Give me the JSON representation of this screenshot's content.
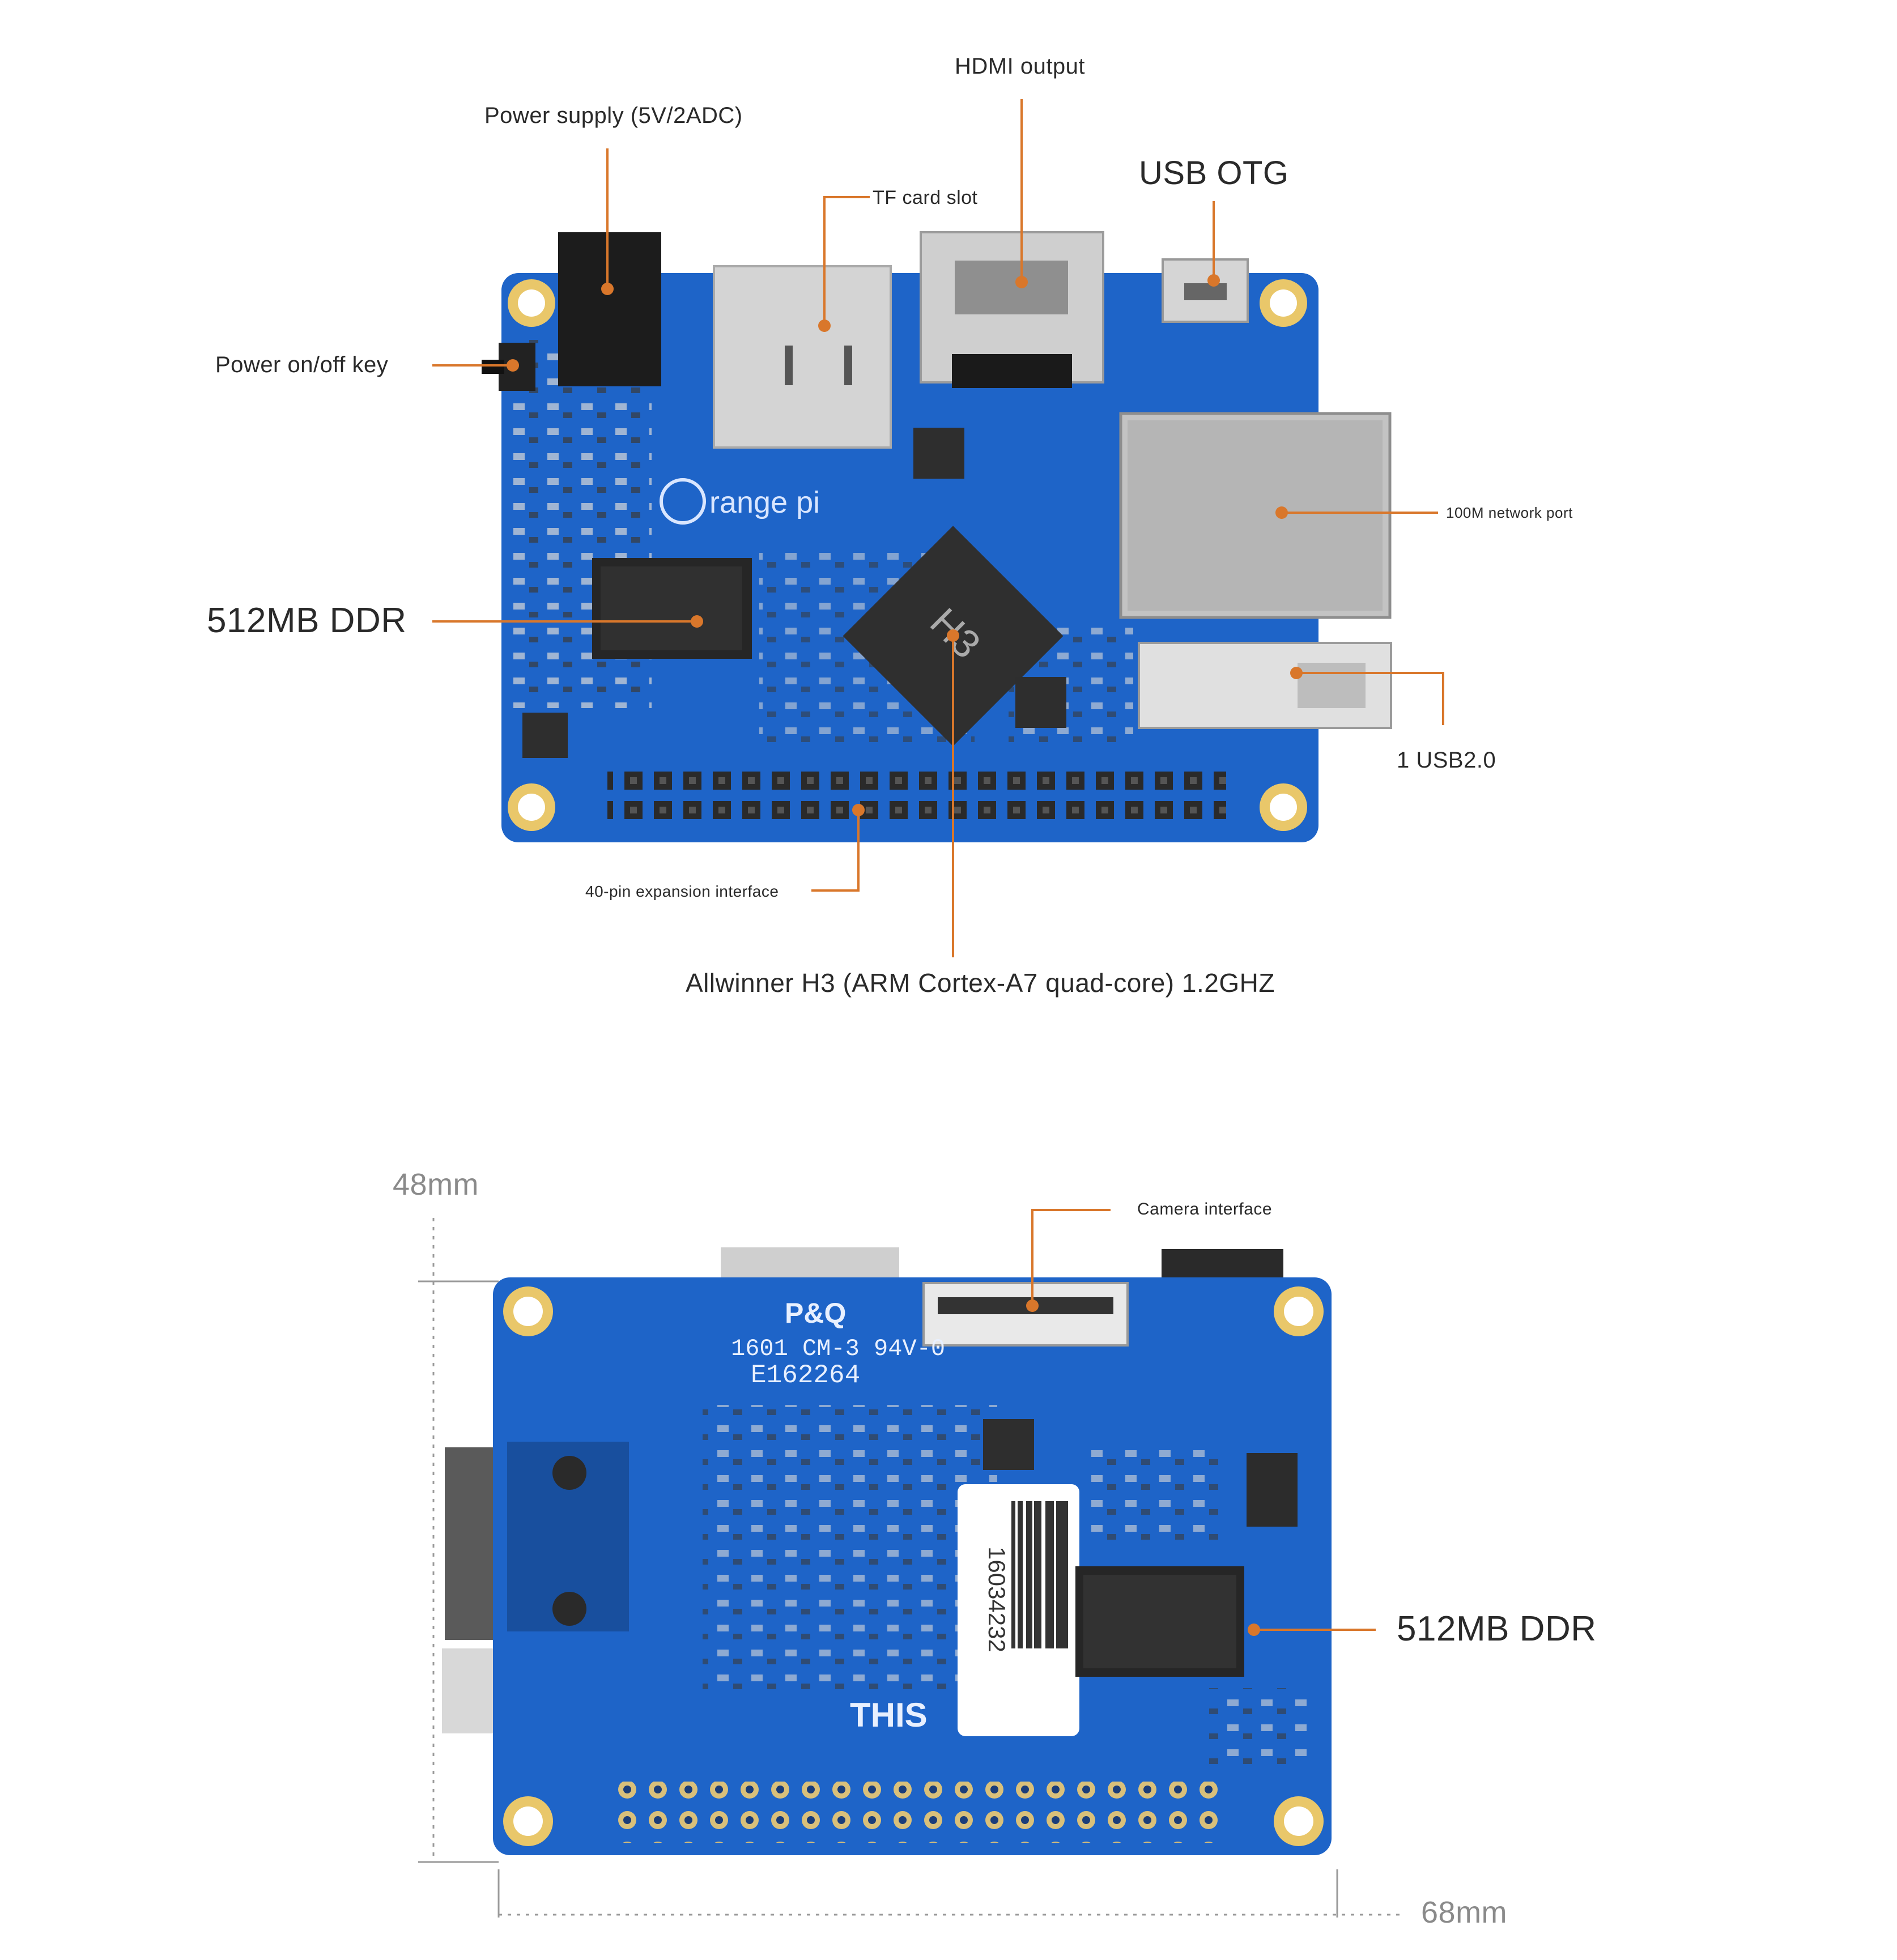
{
  "top_board": {
    "logo_text": "range pi",
    "soc_marking": "H3",
    "labels": {
      "power_supply": "Power supply (5V/2ADC)",
      "hdmi": "HDMI output",
      "tf_card": "TF card slot",
      "usb_otg": "USB OTG",
      "power_key": "Power on/off key",
      "network": "100M network port",
      "ddr": "512MB DDR",
      "usb2": "1 USB2.0",
      "gpio": "40-pin expansion interface",
      "cpu": "Allwinner H3 (ARM Cortex-A7 quad-core) 1.2GHZ"
    }
  },
  "bottom_board": {
    "silk_pq": "P&Q",
    "silk_line2": "1601 CM-3 94V-0",
    "silk_line3": "E162264",
    "barcode_number": "16034232",
    "silk_this": "THIS",
    "labels": {
      "camera": "Camera interface",
      "ddr": "512MB DDR",
      "height": "48mm",
      "width": "68mm"
    }
  },
  "colors": {
    "board_blue": "#1e64c8",
    "callout_orange": "#d9772b",
    "gold_pad": "#e9c76a"
  }
}
